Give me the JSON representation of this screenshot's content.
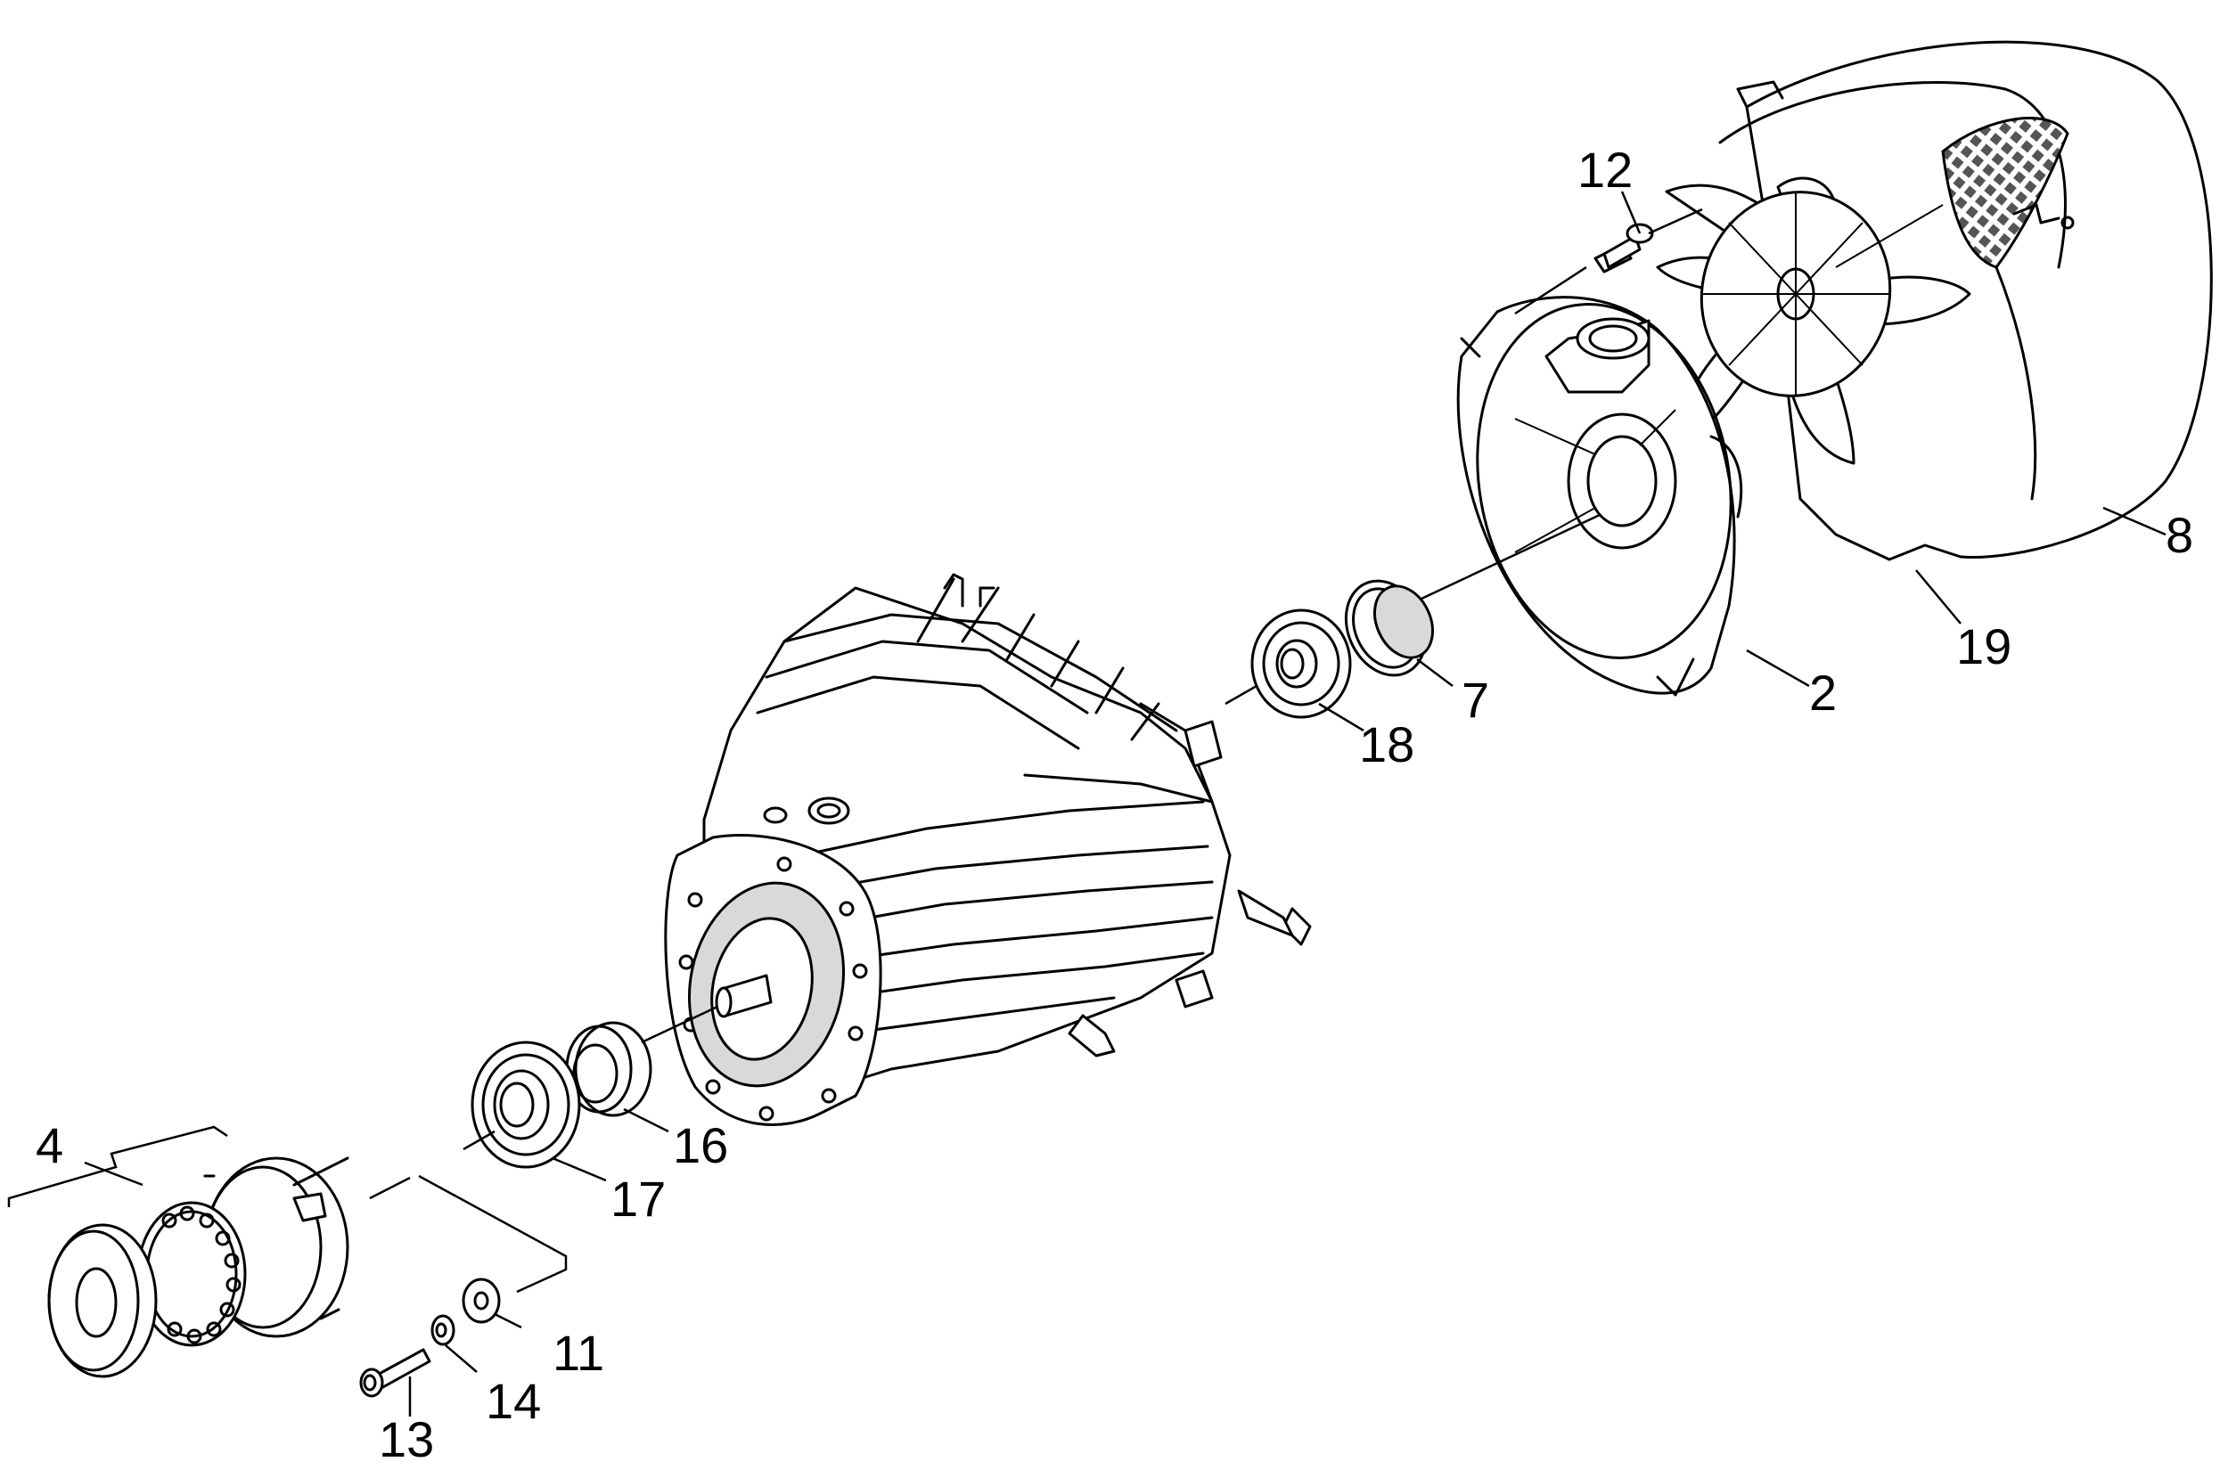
{
  "callouts": {
    "c2": "2",
    "c4": "4",
    "c7": "7",
    "c8": "8",
    "c11": "11",
    "c12": "12",
    "c13": "13",
    "c14": "14",
    "c16": "16",
    "c17": "17",
    "c18": "18",
    "c19": "19"
  }
}
